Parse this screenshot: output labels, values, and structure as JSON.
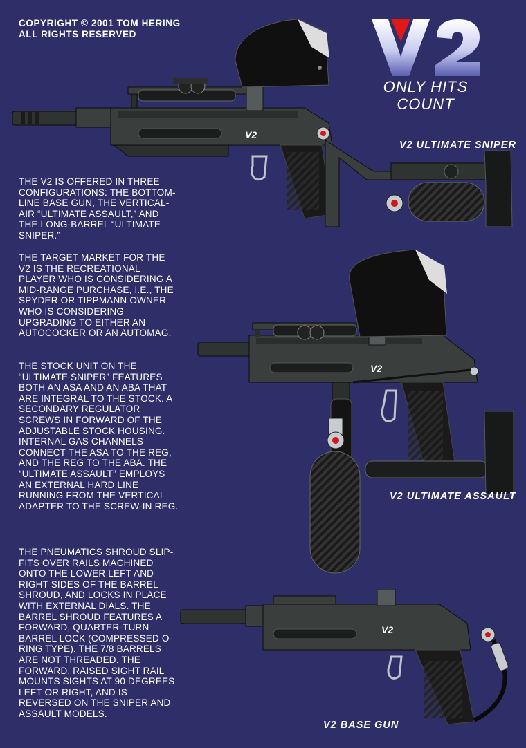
{
  "copyright": {
    "line1": "COPYRIGHT © 2001 TOM HERING",
    "line2": "ALL RIGHTS RESERVED"
  },
  "logo": {
    "text": "V2",
    "tagline_line1": "ONLY HITS",
    "tagline_line2": "COUNT",
    "accent_color": "#e01818"
  },
  "models": {
    "sniper": "V2 ULTIMATE SNIPER",
    "assault": "V2 ULTIMATE ASSAULT",
    "base": "V2 BASE GUN"
  },
  "gun_badge": "V2",
  "description": {
    "p1": "THE V2 IS OFFERED IN THREE CONFIGURATIONS: THE BOTTOM-LINE BASE GUN, THE VERTICAL-AIR “ULTIMATE ASSAULT,” AND THE LONG-BARREL “ULTIMATE SNIPER.”",
    "p2": "THE TARGET MARKET FOR THE V2 IS THE RECREATIONAL PLAYER WHO IS CONSIDERING A MID-RANGE PURCHASE, I.E., THE SPYDER OR TIPPMANN OWNER WHO IS CONSIDERING UPGRADING TO EITHER AN AUTOCOCKER OR AN AUTOMAG.",
    "p3": "THE STOCK UNIT ON THE “ULTIMATE SNIPER” FEATURES BOTH AN ASA AND AN ABA THAT ARE INTEGRAL TO THE STOCK. A SECONDARY REGULATOR SCREWS IN FORWARD OF THE ADJUSTABLE STOCK HOUSING. INTERNAL GAS CHANNELS CONNECT THE ASA TO THE REG, AND THE REG TO THE ABA. THE “ULTIMATE ASSAULT” EMPLOYS AN EXTERNAL HARD LINE RUNNING FROM THE VERTICAL ADAPTER TO THE SCREW-IN REG.",
    "p4": "THE PNEUMATICS SHROUD SLIP-FITS OVER RAILS MACHINED ONTO THE LOWER LEFT AND RIGHT SIDES OF THE BARREL SHROUD, AND LOCKS IN PLACE WITH EXTERNAL DIALS. THE BARREL SHROUD FEATURES A FORWARD, QUARTER-TURN BARREL LOCK (COMPRESSED O-RING TYPE). THE 7/8 BARRELS ARE NOT THREADED. THE FORWARD, RAISED SIGHT RAIL MOUNTS SIGHTS AT 90 DEGREES LEFT OR RIGHT, AND IS REVERSED ON THE SNIPER AND ASSAULT MODELS."
  },
  "colors": {
    "background": "#2e2e68",
    "text": "#ffffff",
    "gun_body": "#3a3f3e",
    "gun_dark": "#111111"
  }
}
